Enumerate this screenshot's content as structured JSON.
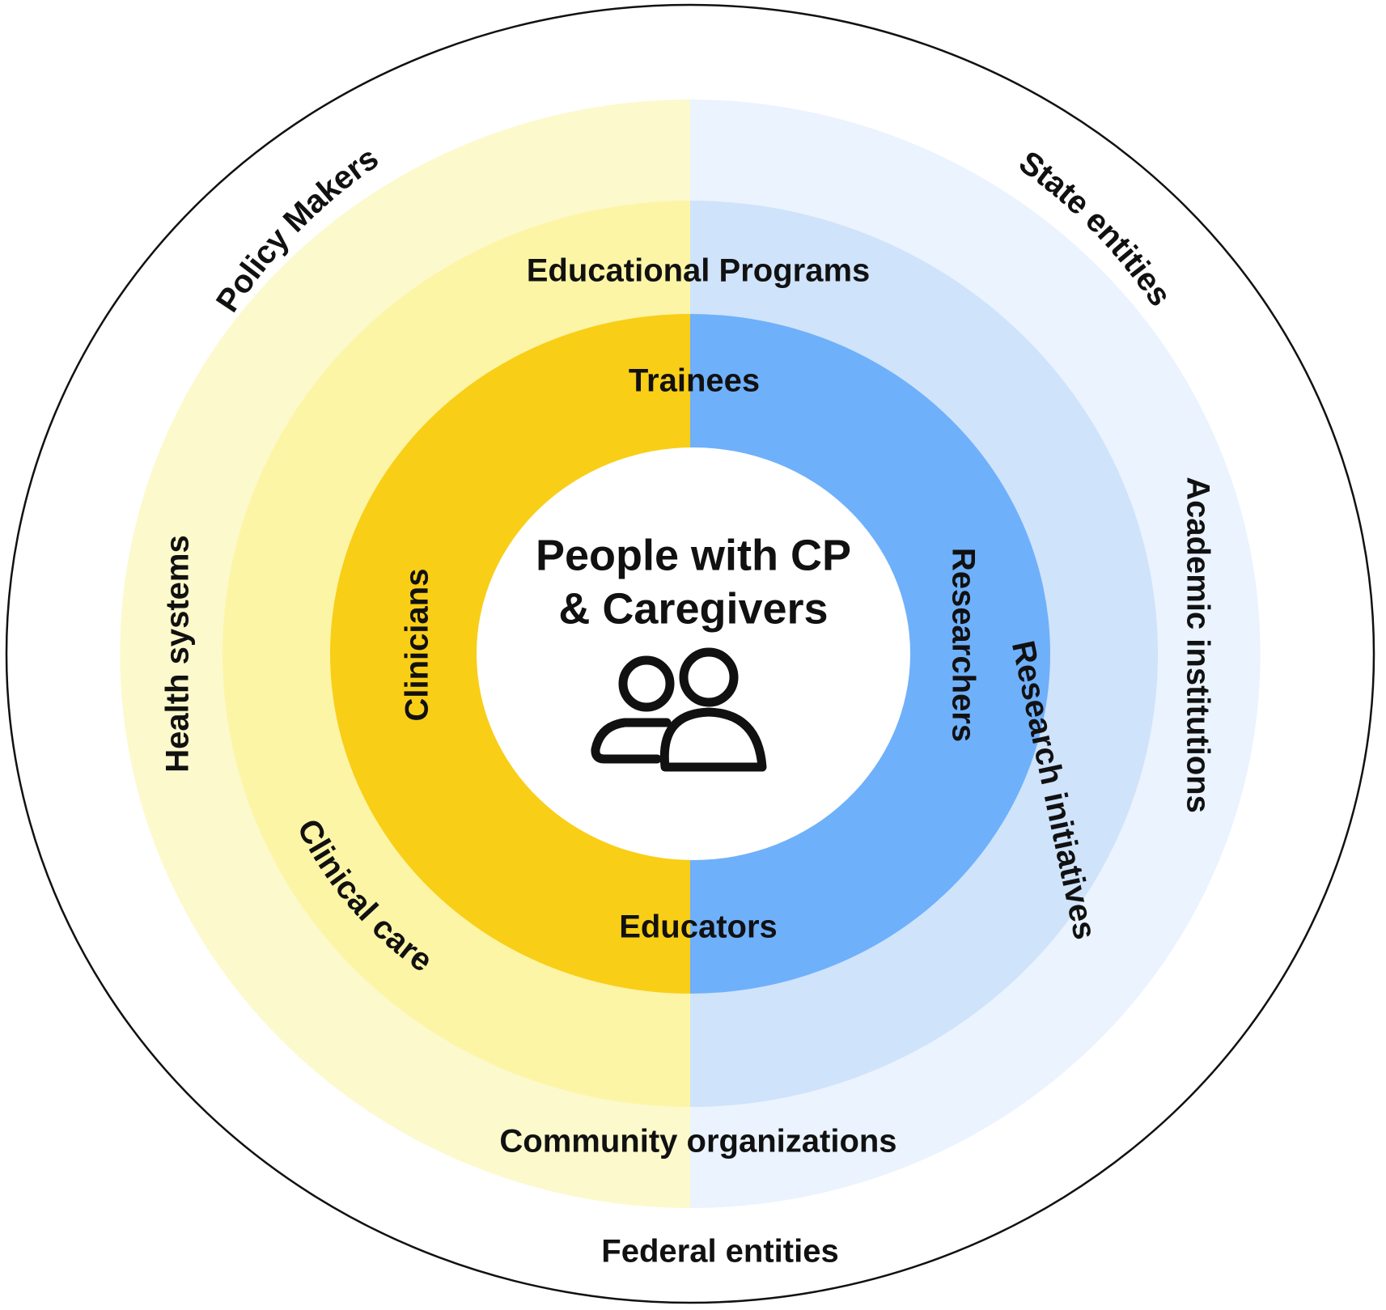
{
  "colors": {
    "outer_ring_stroke": "#111111",
    "left_band_1": "#fcf9cc",
    "left_band_2": "#fdf5a6",
    "left_band_3": "#f9ce17",
    "right_band_1": "#eaf3fe",
    "right_band_2": "#cfe3fb",
    "right_band_3": "#6fb0fa",
    "center": "#ffffff"
  },
  "center": {
    "title_line1": "People with CP",
    "title_line2": "& Caregivers",
    "icon": "people-group-icon"
  },
  "outer_labels": {
    "policy_makers": "Policy Makers",
    "state_entities": "State entities",
    "federal_entities": "Federal entities"
  },
  "band1_labels": {
    "health_systems": "Health systems",
    "academic_institutions": "Academic institutions",
    "community_organizations": "Community organizations"
  },
  "band2_labels": {
    "educational_programs": "Educational Programs",
    "clinical_care": "Clinical care",
    "research_initiatives": "Research initiatives"
  },
  "band3_labels": {
    "trainees": "Trainees",
    "clinicians": "Clinicians",
    "researchers": "Researchers",
    "educators": "Educators"
  }
}
